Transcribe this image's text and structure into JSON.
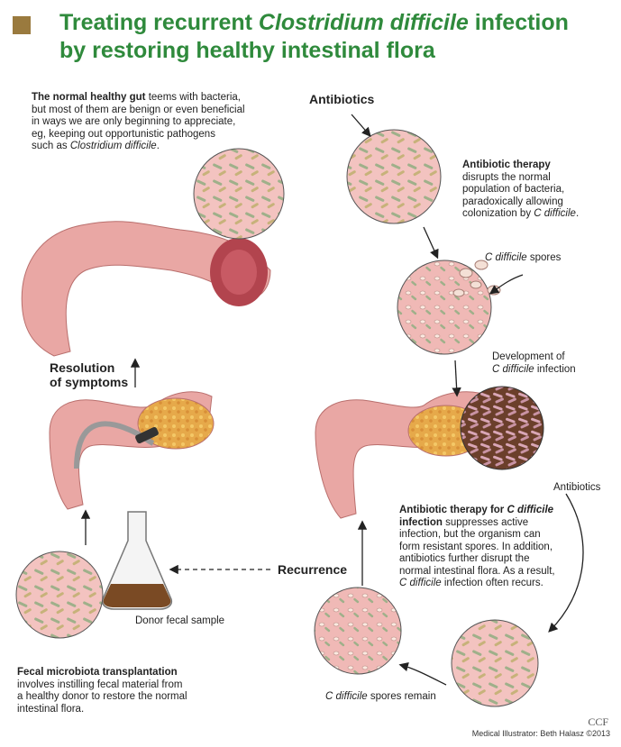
{
  "title": {
    "line1_a": "Treating recurrent ",
    "line1_italic": "Clostridium difficile",
    "line1_b": " infection",
    "line2": "by restoring healthy intestinal flora"
  },
  "healthy_gut": {
    "bold": "The normal healthy gut",
    "line1": " teems with bacteria,",
    "line2": "but most of them are benign or even beneficial",
    "line3": "in ways we are only beginning to appreciate,",
    "line4": "eg, keeping out opportunistic pathogens",
    "line5_a": "such as ",
    "line5_italic": "Clostridium difficile",
    "line5_b": "."
  },
  "antibiotics_top": "Antibiotics",
  "antibiotic_therapy": {
    "bold": "Antibiotic therapy",
    "line1": "disrupts the normal",
    "line2": "population of bacteria,",
    "line3": "paradoxically allowing",
    "line4_a": "colonization by ",
    "line4_italic": "C difficile",
    "line4_b": "."
  },
  "spores_label": {
    "italic": "C difficile",
    "rest": " spores"
  },
  "development": {
    "line1": "Development of",
    "italic": "C difficile",
    "rest": " infection"
  },
  "resolution": {
    "line1": "Resolution",
    "line2": "of symptoms"
  },
  "antibiotics_right": "Antibiotics",
  "cdi_therapy": {
    "bold1": "Antibiotic therapy for ",
    "bold_italic": "C difficile",
    "bold2": "infection",
    "line1": " suppresses active",
    "line2": "infection, but the organism can",
    "line3": "form resistant spores. In addition,",
    "line4": "antibiotics further disrupt the",
    "line5": "normal intestinal flora. As a result,",
    "line6_italic": "C difficile",
    "line6_b": " infection often recurs."
  },
  "recurrence": "Recurrence",
  "donor_sample": "Donor fecal sample",
  "fmt": {
    "bold": "Fecal microbiota transplantation",
    "line1": "involves instilling fecal material from",
    "line2": "a healthy donor to restore the normal",
    "line3": "intestinal flora."
  },
  "spores_remain": {
    "italic": "C difficile",
    "rest": " spores remain"
  },
  "ccf": "CCF",
  "credit": "Medical Illustrator: Beth Halasz ©2013",
  "colors": {
    "title_green": "#2f8a3c",
    "square_brown": "#9a7a3e",
    "gut_pink": "#e9a7a4",
    "circle_bg": "#f3c3c0",
    "bacteria_green": "#9fb08a",
    "infection_brown": "#6b3f2b"
  }
}
